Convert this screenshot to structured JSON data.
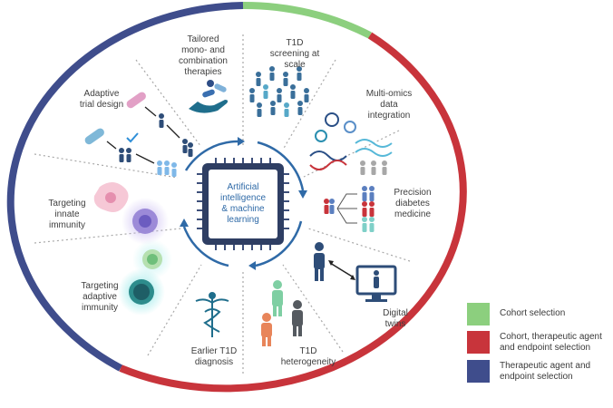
{
  "center": {
    "title": "Artificial\nintelligence\n& machine\nlearning"
  },
  "colors": {
    "cohort": "#8ccf7e",
    "cohort_agent_endpoint": "#c8343b",
    "agent_endpoint": "#3f4d8c",
    "accent_blue": "#2f6aa7"
  },
  "segments": [
    {
      "label": "Tailored\nmono- and\ncombination\ntherapies",
      "icon": "pills-hand-icon"
    },
    {
      "label": "T1D\nscreening at\nscale",
      "icon": "population-icon"
    },
    {
      "label": "Multi-omics\ndata\nintegration",
      "icon": "dna-omics-icon"
    },
    {
      "label": "Precision\ndiabetes\nmedicine",
      "icon": "patient-stratification-icon"
    },
    {
      "label": "Digital\ntwins",
      "icon": "digital-twin-icon"
    },
    {
      "label": "T1D\nheterogeneity",
      "icon": "diverse-people-icon"
    },
    {
      "label": "Earlier T1D\ndiagnosis",
      "icon": "caduceus-icon"
    },
    {
      "label": "Targeting\nadaptive\nimmunity",
      "icon": "lymphocyte-icon"
    },
    {
      "label": "Targeting\ninnate\nimmunity",
      "icon": "macrophage-icon"
    },
    {
      "label": "Adaptive\ntrial design",
      "icon": "trial-flow-icon"
    }
  ],
  "legend": [
    {
      "label": "Cohort selection",
      "color": "#8ccf7e"
    },
    {
      "label": "Cohort, therapeutic agent\nand endpoint selection",
      "color": "#c8343b"
    },
    {
      "label": "Therapeutic agent and\nendpoint selection",
      "color": "#3f4d8c"
    }
  ]
}
